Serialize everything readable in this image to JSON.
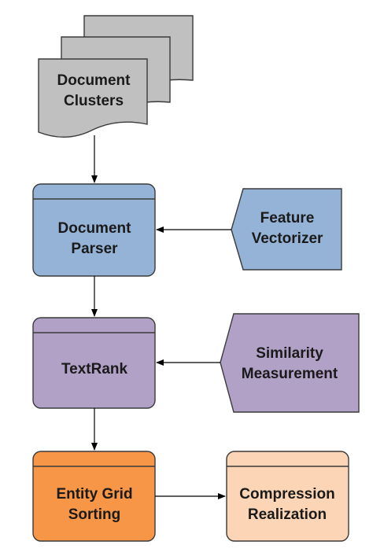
{
  "colors": {
    "document": "#c0c0c0",
    "parser": "#95b3d7",
    "textrank": "#b2a1c7",
    "entity_grid": "#f79646",
    "compression": "#fbd5b5",
    "stroke": "#3a3a3a",
    "arrow": "#000000"
  },
  "nodes": {
    "document_clusters": {
      "line1": "Document",
      "line2": "Clusters",
      "shape": "multi-document"
    },
    "document_parser": {
      "line1": "Document",
      "line2": "Parser",
      "shape": "process"
    },
    "feature_vectorizer": {
      "line1": "Feature",
      "line2": "Vectorizer",
      "shape": "display"
    },
    "textrank": {
      "line1": "TextRank",
      "shape": "process"
    },
    "similarity_measurement": {
      "line1": "Similarity",
      "line2": "Measurement",
      "shape": "display"
    },
    "entity_grid_sorting": {
      "line1": "Entity Grid",
      "line2": "Sorting",
      "shape": "process"
    },
    "compression_realization": {
      "line1": "Compression",
      "line2": "Realization",
      "shape": "process"
    }
  },
  "edges": [
    {
      "from": "document_clusters",
      "to": "document_parser"
    },
    {
      "from": "feature_vectorizer",
      "to": "document_parser"
    },
    {
      "from": "document_parser",
      "to": "textrank"
    },
    {
      "from": "similarity_measurement",
      "to": "textrank"
    },
    {
      "from": "textrank",
      "to": "entity_grid_sorting"
    },
    {
      "from": "entity_grid_sorting",
      "to": "compression_realization"
    }
  ]
}
